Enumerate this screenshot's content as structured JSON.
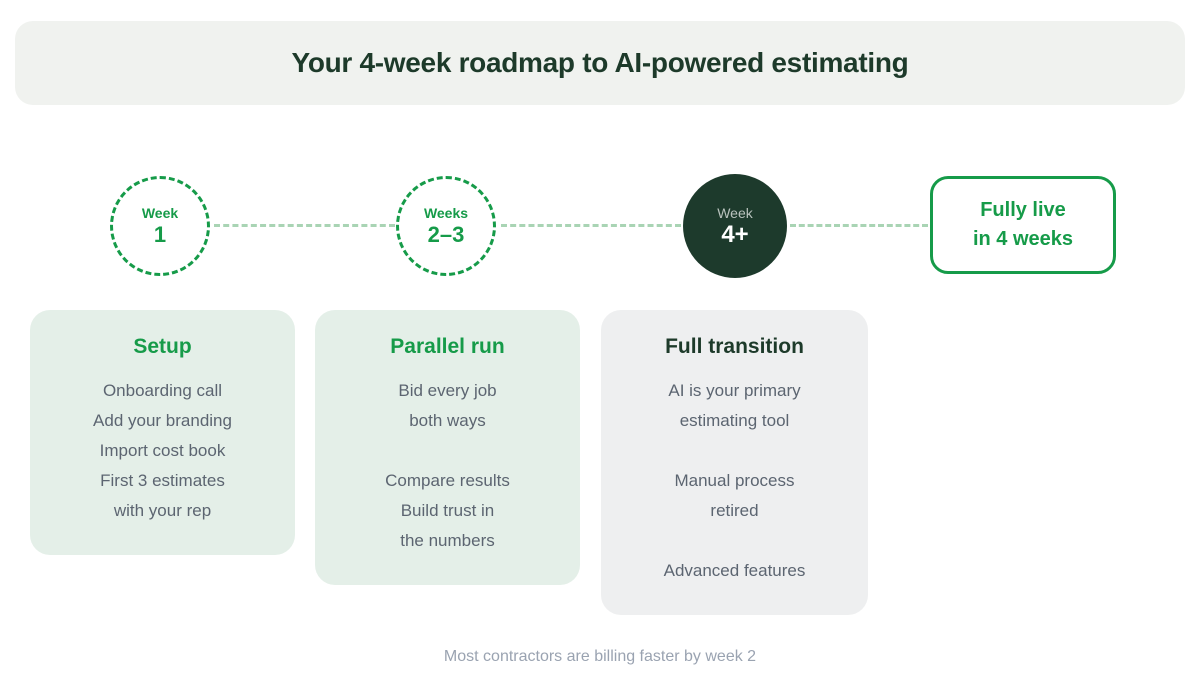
{
  "colors": {
    "accent_green": "#169b49",
    "dark_green": "#1d3a2c",
    "header_band_bg": "#f0f2ef",
    "mint_card_bg": "#e4efe8",
    "gray_card_bg": "#eeeff0",
    "connector_dash": "#a9d4b4",
    "body_text": "#5c6571",
    "footer_text": "#9aa3b1"
  },
  "header": {
    "title": "Your 4-week roadmap to AI-powered estimating"
  },
  "timeline": {
    "milestones": [
      {
        "label": "Week",
        "value": "1",
        "style": "dashed"
      },
      {
        "label": "Weeks",
        "value": "2–3",
        "style": "dashed"
      },
      {
        "label": "Week",
        "value": "4+",
        "style": "filled"
      }
    ],
    "endpoint": {
      "line1": "Fully live",
      "line2": "in 4 weeks"
    }
  },
  "cards": [
    {
      "title": "Setup",
      "groups": [
        [
          "Onboarding call",
          "Add your branding",
          "Import cost book",
          "First 3 estimates",
          "with your rep"
        ]
      ]
    },
    {
      "title": "Parallel run",
      "groups": [
        [
          "Bid every job",
          "both ways"
        ],
        [
          "Compare results",
          "Build trust in",
          "the numbers"
        ]
      ]
    },
    {
      "title": "Full transition",
      "groups": [
        [
          "AI is your primary",
          "estimating tool"
        ],
        [
          "Manual process",
          "retired"
        ],
        [
          "Advanced features"
        ]
      ]
    }
  ],
  "footer": {
    "note": "Most contractors are billing faster by week 2"
  }
}
